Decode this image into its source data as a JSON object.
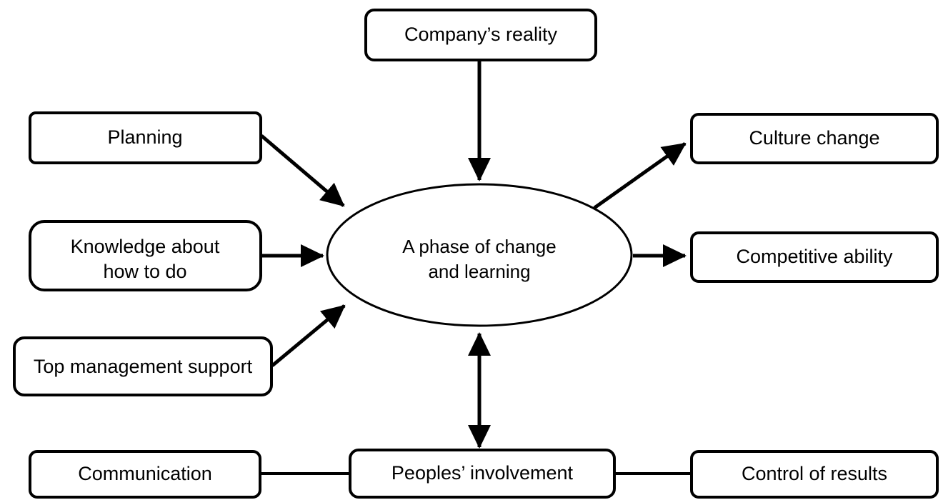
{
  "diagram": {
    "title": "A phase of change and learning",
    "type": "concept-map",
    "background_color": "#ffffff",
    "stroke_color": "#000000",
    "text_color": "#000000",
    "nodes": {
      "center": {
        "label_line1": "A phase of change",
        "label_line2": "and learning",
        "shape": "ellipse"
      },
      "company_reality": {
        "label": "Company’s reality",
        "shape": "rounded-rect"
      },
      "planning": {
        "label": "Planning",
        "shape": "rounded-rect"
      },
      "knowledge": {
        "label_line1": "Knowledge about",
        "label_line2": "how to do",
        "shape": "rounded-rect"
      },
      "top_management": {
        "label": "Top management support",
        "shape": "rounded-rect"
      },
      "culture_change": {
        "label": "Culture change",
        "shape": "rounded-rect"
      },
      "competitive_ability": {
        "label": "Competitive ability",
        "shape": "rounded-rect"
      },
      "communication": {
        "label": "Communication",
        "shape": "rounded-rect"
      },
      "peoples_involvement": {
        "label": "Peoples’ involvement",
        "shape": "rounded-rect"
      },
      "control_of_results": {
        "label": "Control of results",
        "shape": "rounded-rect"
      }
    },
    "edges": [
      {
        "from": "company_reality",
        "to": "center",
        "arrow": "single",
        "direction": "down"
      },
      {
        "from": "planning",
        "to": "center",
        "arrow": "single",
        "direction": "diagonal-down-right"
      },
      {
        "from": "knowledge",
        "to": "center",
        "arrow": "single",
        "direction": "right"
      },
      {
        "from": "top_management",
        "to": "center",
        "arrow": "single",
        "direction": "diagonal-up-right"
      },
      {
        "from": "center",
        "to": "culture_change",
        "arrow": "single",
        "direction": "diagonal-up-right"
      },
      {
        "from": "center",
        "to": "competitive_ability",
        "arrow": "single",
        "direction": "right"
      },
      {
        "from": "center",
        "to": "peoples_involvement",
        "arrow": "double",
        "direction": "vertical"
      },
      {
        "from": "communication",
        "to": "peoples_involvement",
        "arrow": "none",
        "direction": "right"
      },
      {
        "from": "peoples_involvement",
        "to": "control_of_results",
        "arrow": "none",
        "direction": "right"
      }
    ]
  }
}
